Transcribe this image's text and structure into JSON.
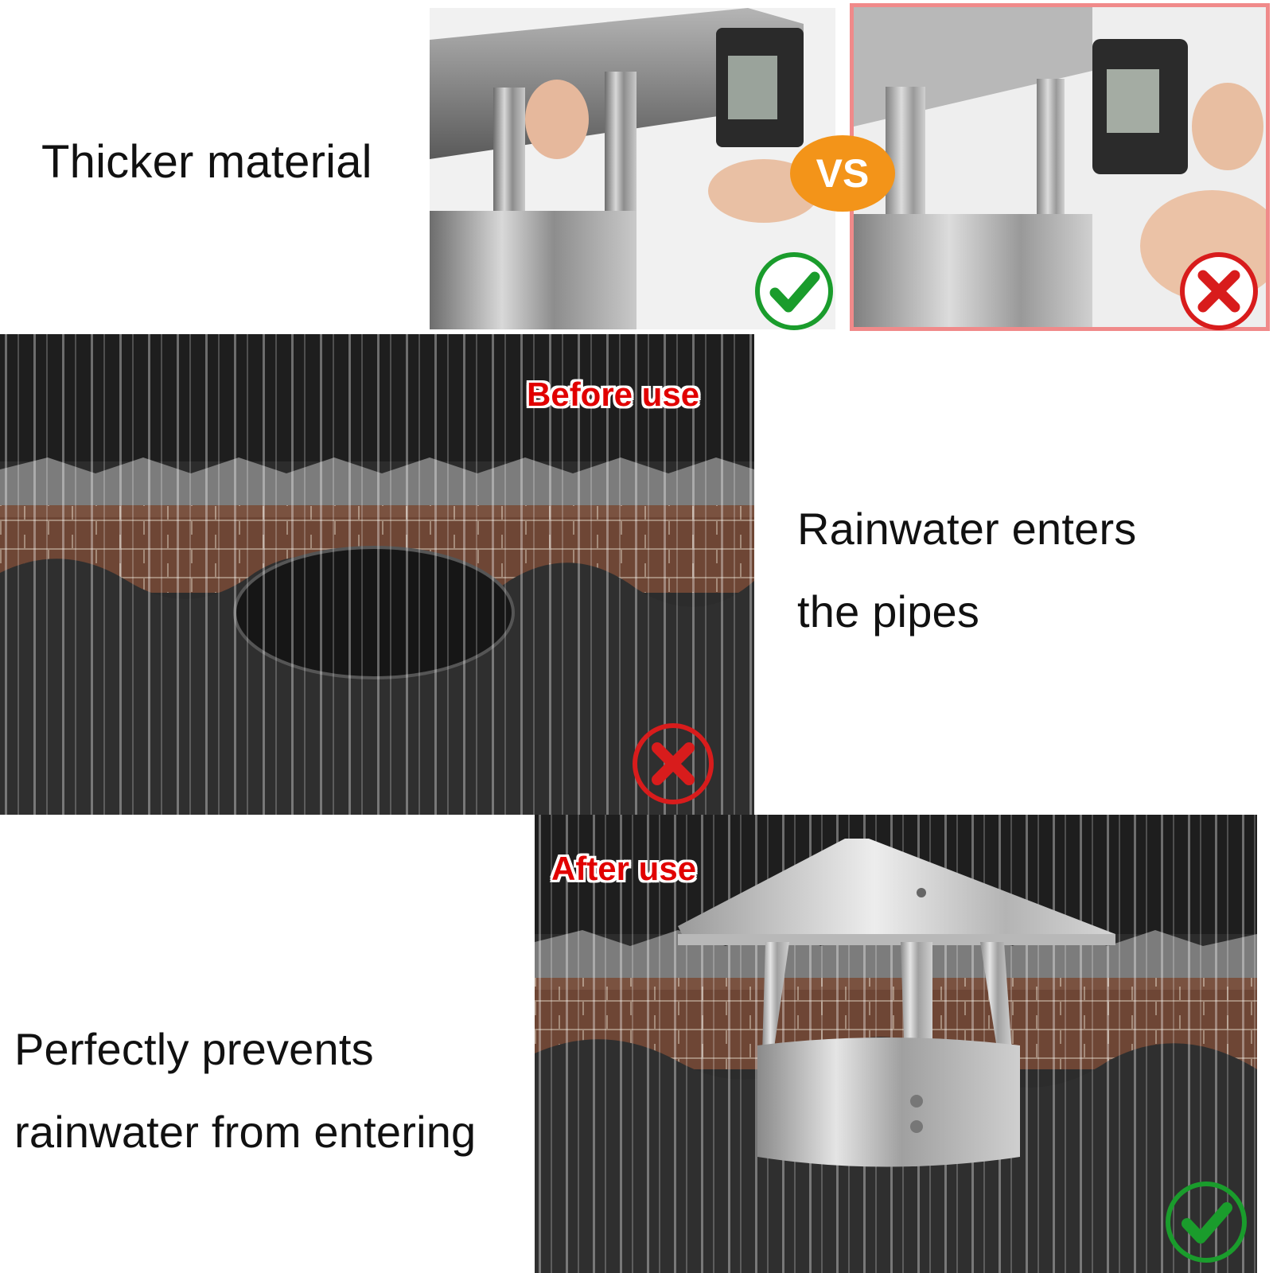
{
  "captions": {
    "thicker": "Thicker material",
    "rain_line1": "Rainwater enters",
    "rain_line2": "the pipes",
    "prevent_line1": "Perfectly prevents",
    "prevent_line2": "rainwater from entering"
  },
  "labels": {
    "before": "Before use",
    "after": "After use",
    "vs": "VS"
  },
  "colors": {
    "check_green": "#1a9c2c",
    "cross_red": "#d81c1c",
    "vs_orange": "#f39419",
    "highlight_border": "#f08a8a",
    "label_red": "#e10000"
  },
  "icons": [
    "check-icon",
    "cross-icon"
  ]
}
